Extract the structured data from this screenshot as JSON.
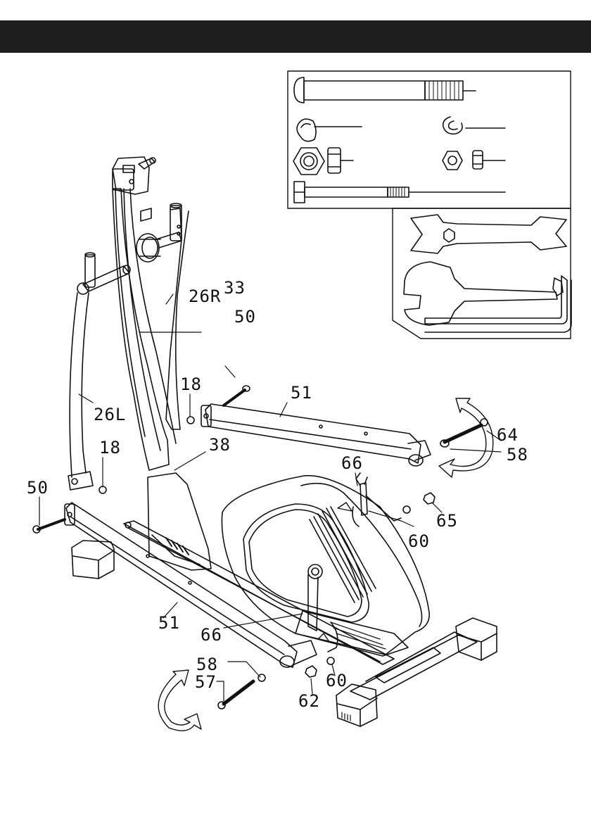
{
  "labels": {
    "l26r": "26R",
    "l33": "33",
    "l50a": "50",
    "l18a": "18",
    "l51a": "51",
    "l64": "64",
    "l58a": "58",
    "l26l": "26L",
    "l18b": "18",
    "l38": "38",
    "l66a": "66",
    "l65": "65",
    "l50b": "50",
    "l60a": "60",
    "l51b": "51",
    "l66b": "66",
    "l58b": "58",
    "l57": "57",
    "l60b": "60",
    "l62": "62"
  }
}
